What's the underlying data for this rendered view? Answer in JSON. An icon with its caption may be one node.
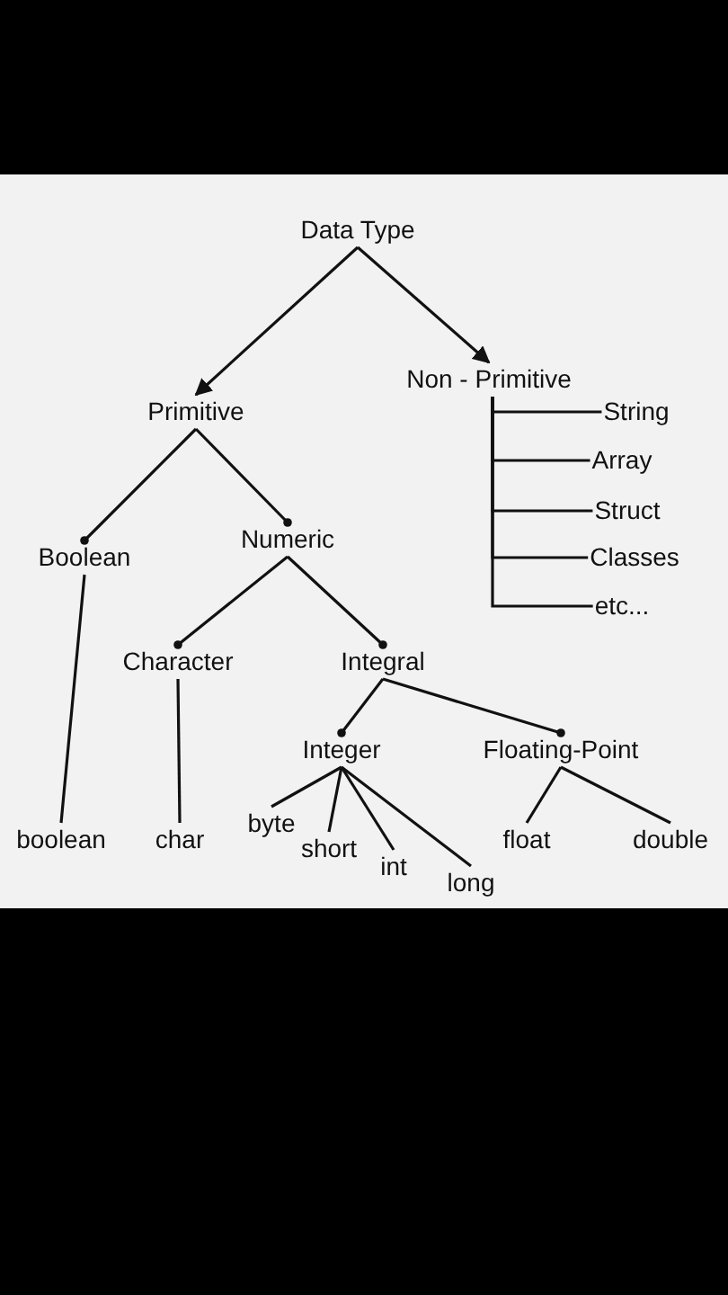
{
  "diagram": {
    "nodes": [
      {
        "text": [
          "Data Type"
        ]
      },
      {
        "text": [
          "Primitive"
        ]
      },
      {
        "text": [
          "Non - Primitive"
        ]
      },
      {
        "text": [
          "String"
        ]
      },
      {
        "text": [
          "Array"
        ]
      },
      {
        "text": [
          "Struct"
        ]
      },
      {
        "text": [
          "Classes"
        ]
      },
      {
        "text": [
          "etc..."
        ]
      },
      {
        "text": [
          "Boolean"
        ]
      },
      {
        "text": [
          "Numeric"
        ]
      },
      {
        "text": [
          "Character"
        ]
      },
      {
        "text": [
          "Integral"
        ]
      },
      {
        "text": [
          "Integer"
        ]
      },
      {
        "text": [
          "Floating-Point"
        ]
      },
      {
        "text": [
          "boolean"
        ]
      },
      {
        "text": [
          "char"
        ]
      },
      {
        "text": [
          "byte"
        ]
      },
      {
        "text": [
          "short"
        ]
      },
      {
        "text": [
          "int"
        ]
      },
      {
        "text": [
          "long"
        ]
      },
      {
        "text": [
          "float"
        ]
      },
      {
        "text": [
          "double"
        ]
      }
    ],
    "edges": [
      {
        "from": 0,
        "to": 1,
        "arrow": "to"
      },
      {
        "from": 0,
        "to": 2,
        "arrow": "to"
      },
      {
        "from": 2,
        "to": 3,
        "arrow": "none"
      },
      {
        "from": 2,
        "to": 4,
        "arrow": "none"
      },
      {
        "from": 2,
        "to": 5,
        "arrow": "none"
      },
      {
        "from": 2,
        "to": 6,
        "arrow": "none"
      },
      {
        "from": 2,
        "to": 7,
        "arrow": "none"
      },
      {
        "from": 1,
        "to": 8,
        "arrow": "other"
      },
      {
        "from": 1,
        "to": 9,
        "arrow": "other"
      },
      {
        "from": 9,
        "to": 10,
        "arrow": "other"
      },
      {
        "from": 9,
        "to": 11,
        "arrow": "other"
      },
      {
        "from": 11,
        "to": 12,
        "arrow": "other"
      },
      {
        "from": 11,
        "to": 13,
        "arrow": "other"
      },
      {
        "from": 8,
        "to": 14,
        "arrow": "none"
      },
      {
        "from": 10,
        "to": 15,
        "arrow": "none"
      },
      {
        "from": 12,
        "to": 16,
        "arrow": "none"
      },
      {
        "from": 12,
        "to": 17,
        "arrow": "none"
      },
      {
        "from": 12,
        "to": 18,
        "arrow": "none"
      },
      {
        "from": 12,
        "to": 19,
        "arrow": "none"
      },
      {
        "from": 13,
        "to": 20,
        "arrow": "none"
      },
      {
        "from": 13,
        "to": 21,
        "arrow": "none"
      }
    ]
  }
}
